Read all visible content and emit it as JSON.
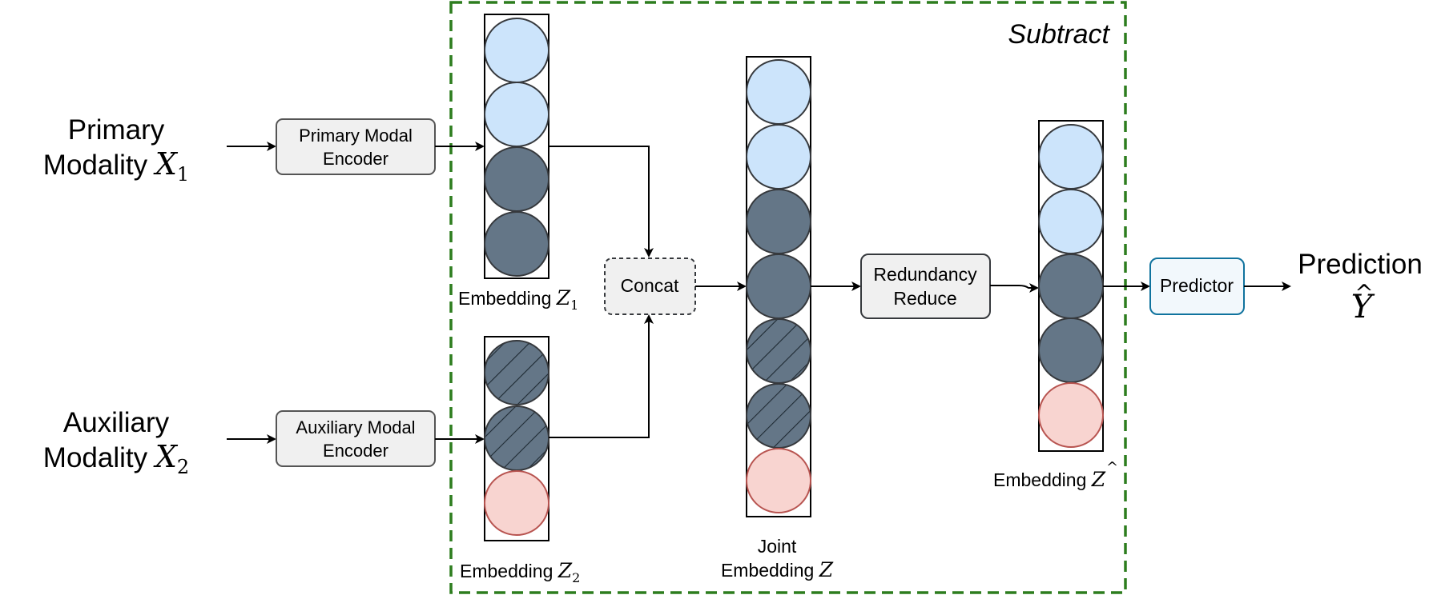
{
  "inputs": {
    "primary": {
      "line1": "Primary",
      "line2_prefix": "Modality",
      "symbol": "X",
      "subscript": "1"
    },
    "auxiliary": {
      "line1": "Auxiliary",
      "line2_prefix": "Modality",
      "symbol": "X",
      "subscript": "2"
    }
  },
  "encoders": {
    "primary": {
      "line1": "Primary Modal",
      "line2": "Encoder"
    },
    "auxiliary": {
      "line1": "Auxiliary Modal",
      "line2": "Encoder"
    }
  },
  "subtract_label": "Subtract",
  "embeddings": {
    "z1": {
      "prefix": "Embedding",
      "symbol": "Z",
      "subscript": "1"
    },
    "z2": {
      "prefix": "Embedding",
      "symbol": "Z",
      "subscript": "2"
    },
    "joint": {
      "line1": "Joint",
      "line2_prefix": "Embedding",
      "symbol": "Z"
    },
    "zhat": {
      "prefix": "Embedding",
      "symbol": "Z",
      "hat": "^"
    }
  },
  "concat_label": "Concat",
  "redundancy": {
    "line1": "Redundancy",
    "line2": "Reduce"
  },
  "predictor_label": "Predictor",
  "output": {
    "title": "Prediction",
    "symbol": "Y",
    "hat": "^"
  },
  "node_types": {
    "primary": "light-blue",
    "shared": "dark-slate",
    "auxiliary_shared": "hatched-dark-slate",
    "auxiliary_unique": "light-red"
  },
  "colors": {
    "light_blue_fill": "#cce4fb",
    "dark_fill": "#647687",
    "red_fill": "#f8d4d0",
    "red_stroke": "#b85450",
    "box_fill": "#f0f0f0",
    "predictor_fill": "#f2f8fc",
    "predictor_stroke": "#10739e",
    "dashed_border": "#2d7d1e"
  }
}
